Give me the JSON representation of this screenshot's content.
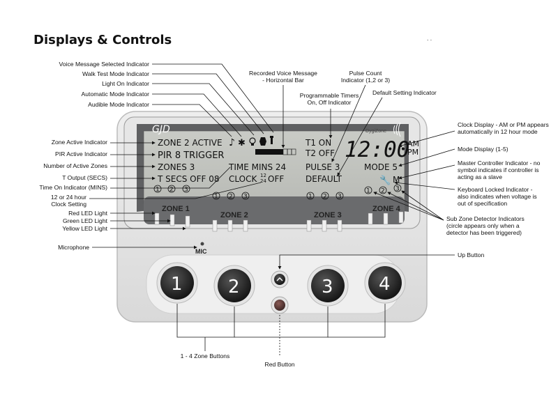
{
  "title": "Displays & Controls",
  "dots": ". .",
  "device": {
    "logo": "GJD",
    "brand": "DygiZone",
    "mic_label": "MIC",
    "zone_labels": [
      "ZONE 1",
      "ZONE 2",
      "ZONE 3",
      "ZONE 4"
    ],
    "buttons": [
      "1",
      "2",
      "3",
      "4"
    ],
    "lcd": {
      "zone_active": "ZONE 2 ACTIVE",
      "pir_trigger": "PIR 8 TRIGGER",
      "zones": "ZONES 3",
      "t_secs": "T SECS OFF 08",
      "time_mins": "TIME MINS 24",
      "clock": "CLOCK",
      "clock_12": "12",
      "clock_24": "24",
      "clock_off": "OFF",
      "t1": "T1 ON",
      "t2": "T2 OFF",
      "pulse": "PULSE 3",
      "default": "DEFAULT",
      "time": "12:00",
      "am": "AM",
      "pm": "PM",
      "mode": "MODE 5",
      "master": "M",
      "circle_1": "1",
      "circle_2": "2",
      "circle_3": "3"
    }
  },
  "annotations_left": {
    "voice_selected": "Voice Message Selected Indicator",
    "walk_test": "Walk Test Mode Indicator",
    "light_on": "Light On Indicator",
    "automatic": "Automatic Mode Indicator",
    "audible": "Audible Mode Indicator",
    "zone_active": "Zone Active Indicator",
    "pir_active": "PIR Active Indicator",
    "num_zones": "Number of Active Zones",
    "t_output": "T Output (SECS)",
    "time_on": "Time On Indicator (MINS)",
    "clock_setting": "12 or 24 hour\nClock Setting",
    "red_led": "Red LED Light",
    "green_led": "Green LED Light",
    "yellow_led": "Yellow LED Light",
    "microphone": "Microphone"
  },
  "annotations_top": {
    "recorded_voice": "Recorded Voice Message\n- Horizontal Bar",
    "pulse_count": "Pulse Count\nIndicator (1,2 or 3)",
    "timers": "Programmable Timers\nOn, Off Indicator",
    "default_setting": "Default Setting Indicator"
  },
  "annotations_right": {
    "clock_display": "Clock Display - AM or PM appears\nautomatically in 12 hour mode",
    "mode_display": "Mode Display (1-5)",
    "master_controller": "Master Controller Indicator - no\nsymbol indicates if controller is\nacting as a slave",
    "keyboard_locked": "Keyboard Locked Indicator -\nalso indicates when voltage is\nout of specification",
    "sub_zone": "Sub Zone Detector Indicators\n(circle appears only when a\ndetector has been triggered)",
    "up_button": "Up Button"
  },
  "annotations_bottom": {
    "zone_buttons": "1 - 4 Zone Buttons",
    "red_button": "Red Button"
  }
}
